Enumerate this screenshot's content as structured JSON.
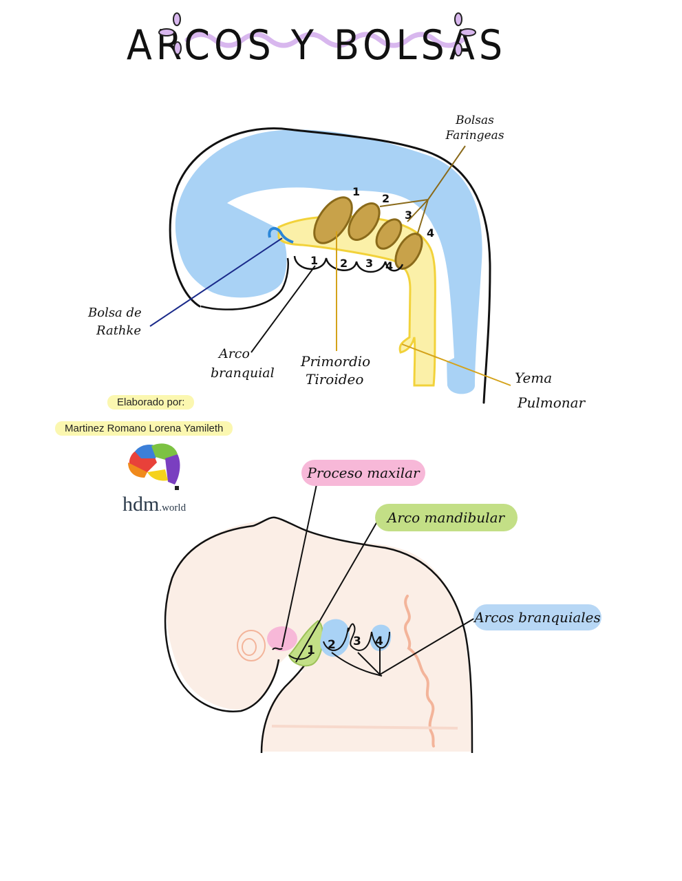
{
  "title": "ARCOS Y BOLSAS",
  "diagram_top": {
    "pouch_numbers": [
      "1",
      "2",
      "3",
      "4"
    ],
    "arch_numbers": [
      "1",
      "2",
      "3",
      "4"
    ],
    "labels": {
      "bolsas_line1": "Bolsas",
      "bolsas_line2": "Faringeas",
      "rathke_line1": "Bolsa de",
      "rathke_line2": "Rathke",
      "arco_line1": "Arco",
      "arco_line2": "branquial",
      "primordio_line1": "Primordio",
      "primordio_line2": "Tiroideo",
      "yema_line1": "Yema",
      "yema_line2": "Pulmonar"
    }
  },
  "credits": {
    "made_by": "Elaborado por:",
    "author": "Martinez Romano Lorena Yamileth",
    "brand_main": "hdm",
    "brand_suffix": ".world"
  },
  "diagram_bottom": {
    "labels": {
      "proceso_maxilar": "Proceso maxilar",
      "arco_mandibular": "Arco mandibular",
      "arcos_branquiales": "Arcos branquiales"
    },
    "arch_numbers": [
      "1",
      "2",
      "3",
      "4"
    ]
  },
  "colors": {
    "light_blue": "#a9d2f5",
    "yellow": "#fbf0a8",
    "pouch": "#c8a24a",
    "skin": "#fbeee6",
    "pink": "#f7b8d8",
    "green": "#c3df86",
    "blue_label": "#b7d7f5",
    "lilac": "#d8b7ee",
    "dark_blue_line": "#1a2a8a",
    "gold_line": "#d4a21a"
  }
}
